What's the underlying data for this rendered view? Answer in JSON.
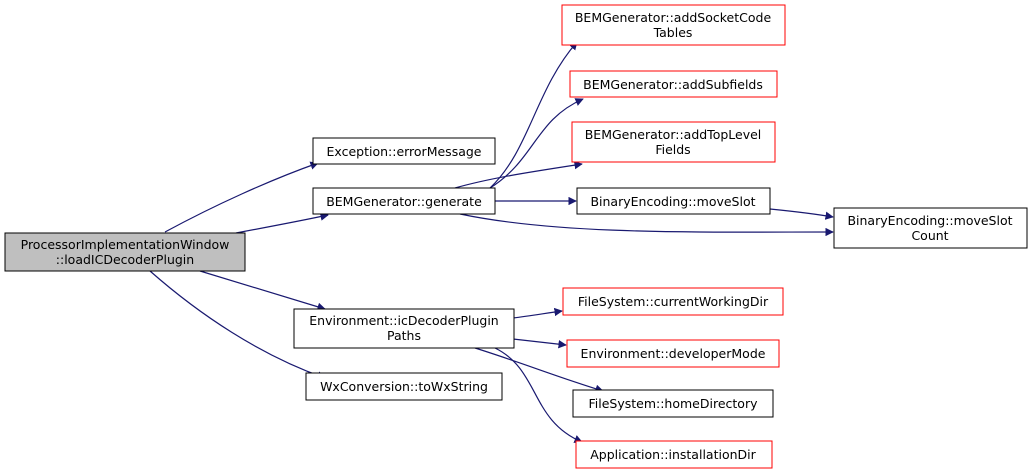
{
  "colors": {
    "edge": "#191970",
    "border_normal": "#000000",
    "border_external": "#ff0000",
    "root_fill": "#bfbfbf",
    "node_fill": "#ffffff"
  },
  "nodes": {
    "root": {
      "line1": "ProcessorImplementationWindow",
      "line2": "::loadICDecoderPlugin"
    },
    "exception_error": {
      "line1": "Exception::errorMessage"
    },
    "bem_generate": {
      "line1": "BEMGenerator::generate"
    },
    "env_icdecoder": {
      "line1": "Environment::icDecoderPlugin",
      "line2": "Paths"
    },
    "wx_towx": {
      "line1": "WxConversion::toWxString"
    },
    "bem_socket": {
      "line1": "BEMGenerator::addSocketCode",
      "line2": "Tables"
    },
    "bem_subfields": {
      "line1": "BEMGenerator::addSubfields"
    },
    "bem_toplevel": {
      "line1": "BEMGenerator::addTopLevel",
      "line2": "Fields"
    },
    "binenc_moveslot": {
      "line1": "BinaryEncoding::moveSlot"
    },
    "binenc_moveslotcount": {
      "line1": "BinaryEncoding::moveSlot",
      "line2": "Count"
    },
    "fs_cwd": {
      "line1": "FileSystem::currentWorkingDir"
    },
    "env_devmode": {
      "line1": "Environment::developerMode"
    },
    "fs_home": {
      "line1": "FileSystem::homeDirectory"
    },
    "app_install": {
      "line1": "Application::installationDir"
    }
  }
}
